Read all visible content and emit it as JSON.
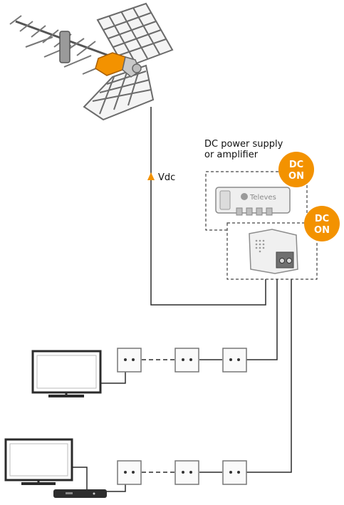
{
  "diagram": {
    "power_label_line1": "DC power supply",
    "power_label_line2": "or amplifier",
    "voltage_label": "Vdc",
    "device_brand": "Televes",
    "badge_top": {
      "line1": "DC",
      "line2": "ON"
    },
    "badge_bottom": {
      "line1": "DC",
      "line2": "ON"
    }
  },
  "colors": {
    "accent_orange": "#f39200",
    "line": "#2b2b2b",
    "device_gray": "#9a9a9a"
  },
  "icons": [
    "antenna-icon",
    "tv-icon",
    "set-top-box-icon",
    "wall-outlet-icon",
    "amplifier-icon",
    "power-supply-icon"
  ]
}
